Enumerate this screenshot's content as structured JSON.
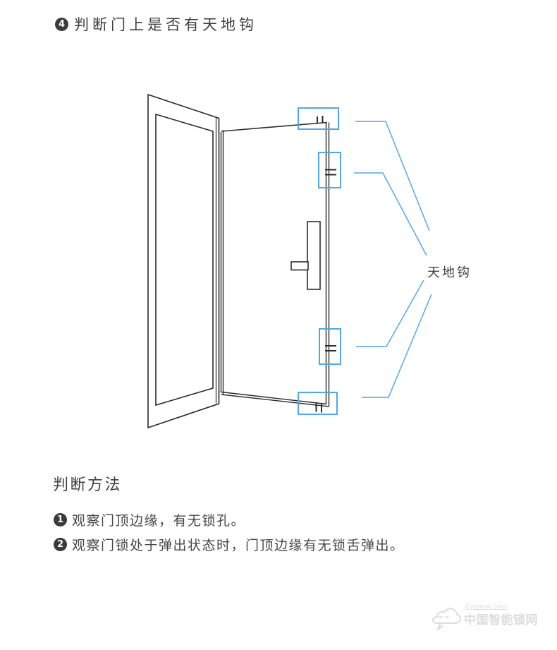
{
  "colors": {
    "accent_blue": "#54a7e4",
    "line_dark": "#2b2b2b",
    "text_dark": "#3f3f3f",
    "badge_bg": "#3a3a3a",
    "watermark_gray": "#dcdcdc"
  },
  "header": {
    "badge": "4",
    "title": "判断门上是否有天地钩"
  },
  "diagram": {
    "callout_label": "天地钩"
  },
  "method": {
    "heading": "判断方法",
    "items": [
      {
        "badge": "1",
        "text": "观察门顶边缘，有无锁孔。"
      },
      {
        "badge": "2",
        "text": "观察门锁处于弹出状态时，门顶边缘有无锁舌弹出。"
      }
    ]
  },
  "watermark": {
    "site_url": "Zgznsw.com",
    "site_name": "中国智能锁网"
  }
}
